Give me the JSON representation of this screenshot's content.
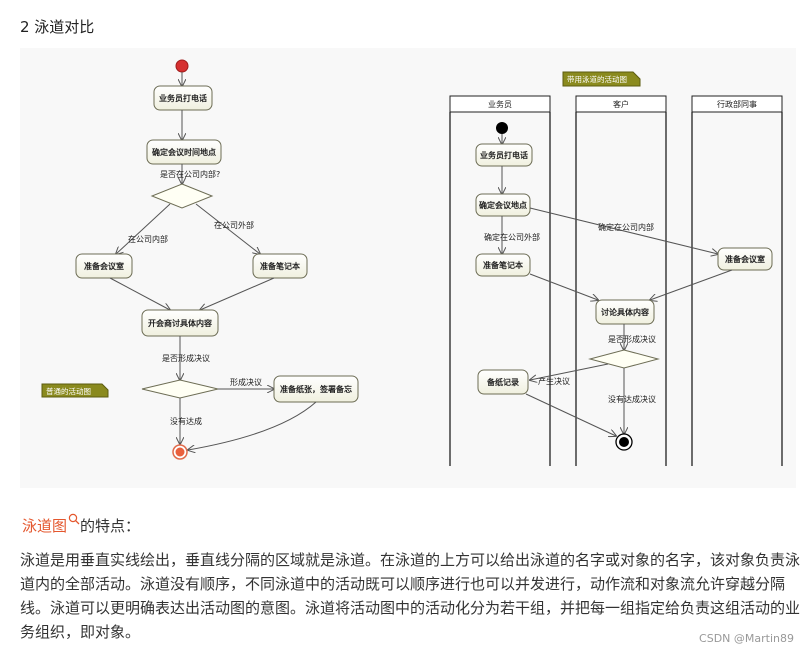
{
  "heading": "2 泳道对比",
  "left_diagram": {
    "note": "普通的活动图",
    "nodes": {
      "call": "业务员打电话",
      "decide_time": "确定会议时间地点",
      "prepare_room": "准备会议室",
      "prepare_notebook": "准备笔记本",
      "discuss": "开会商讨具体内容",
      "prepare_paper": "准备纸张，签署备忘"
    },
    "labels": {
      "q_inside": "是否在公司内部?",
      "inside": "在公司内部",
      "outside": "在公司外部",
      "q_resolution": "是否形成决议",
      "formed": "形成决议",
      "not_formed": "没有达成"
    }
  },
  "right_diagram": {
    "note": "带用泳道的活动图",
    "lanes": [
      "业务员",
      "客户",
      "行政部同事"
    ],
    "nodes": {
      "call": "业务员打电话",
      "decide_place": "确定会议地点",
      "prepare_notebook": "准备笔记本",
      "prepare_room": "准备会议室",
      "discuss": "讨论具体内容",
      "paper_record": "备纸记录"
    },
    "labels": {
      "decided_outside": "确定在公司外部",
      "decided_inside": "确定在公司内部",
      "q_resolution": "是否形成决议",
      "produce": "产生决议",
      "not_reached": "没有达成决议"
    }
  },
  "subtitle": {
    "link": "泳道图",
    "rest": "的特点："
  },
  "paragraph": "泳道是用垂直实线绘出，垂直线分隔的区域就是泳道。在泳道的上方可以给出泳道的名字或对象的名字，该对象负责泳道内的全部活动。泳道没有顺序，不同泳道中的活动既可以顺序进行也可以并发进行，动作流和对象流允许穿越分隔线。泳道可以更明确表达出活动图的意图。泳道将活动图中的活动化分为若干组，并把每一组指定给负责这组活动的业务组织，即对象。",
  "watermark": "CSDN @Martin89"
}
